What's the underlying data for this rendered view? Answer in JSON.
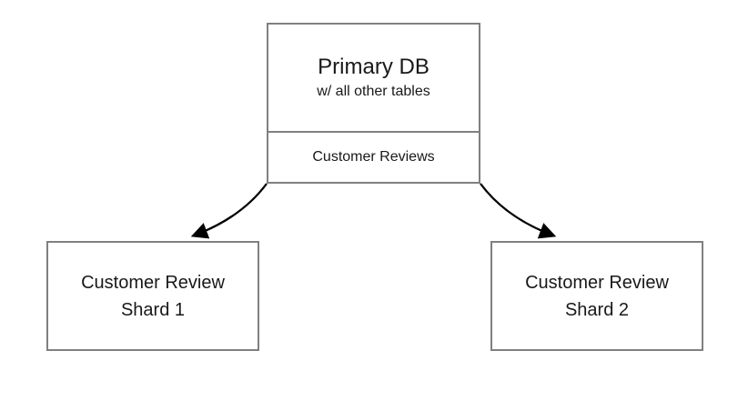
{
  "diagram": {
    "primary_db": {
      "title": "Primary DB",
      "subtitle": "w/ all other tables",
      "section_label": "Customer Reviews"
    },
    "shard1": {
      "line1": "Customer Review",
      "line2": "Shard 1"
    },
    "shard2": {
      "line1": "Customer Review",
      "line2": "Shard 2"
    },
    "colors": {
      "border": "#808080",
      "text": "#191919",
      "arrow": "#000000",
      "background": "#ffffff"
    }
  }
}
